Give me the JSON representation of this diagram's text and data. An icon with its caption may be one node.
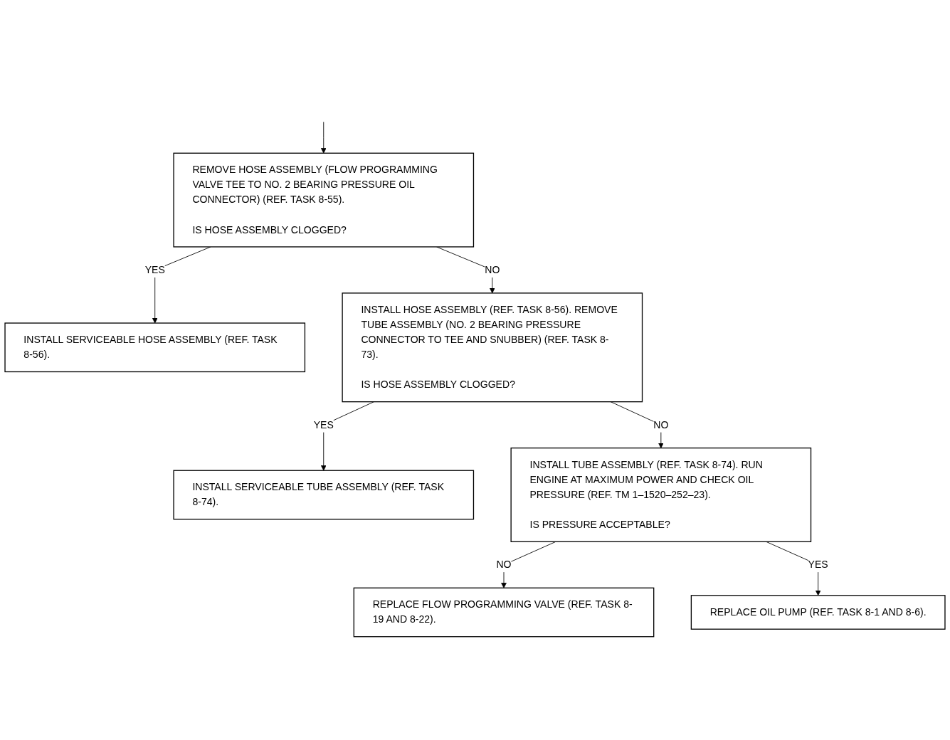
{
  "diagram": {
    "nodes": [
      {
        "text": [
          "REMOVE HOSE ASSEMBLY (FLOW PROGRAMMING VALVE TEE TO NO. 2 BEARING PRESSURE OIL CONNECTOR) (REF. TASK 8-55).",
          "IS HOSE ASSEMBLY CLOGGED?"
        ]
      },
      {
        "text": [
          "INSTALL SERVICEABLE HOSE ASSEMBLY (REF. TASK 8-56)."
        ]
      },
      {
        "text": [
          "INSTALL HOSE ASSEMBLY (REF. TASK 8-56). REMOVE TUBE ASSEMBLY (NO. 2 BEARING PRESSURE CONNECTOR TO TEE AND SNUBBER) (REF. TASK 8-73).",
          "IS HOSE ASSEMBLY CLOGGED?"
        ]
      },
      {
        "text": [
          "INSTALL SERVICEABLE TUBE ASSEMBLY (REF. TASK 8-74)."
        ]
      },
      {
        "text": [
          "INSTALL TUBE ASSEMBLY (REF. TASK 8-74). RUN ENGINE AT MAXIMUM POWER AND CHECK OIL PRESSURE (REF. TM 1–1520–252–23).",
          "IS PRESSURE ACCEPTABLE?"
        ]
      },
      {
        "text": [
          "REPLACE FLOW PROGRAMMING VALVE (REF. TASK 8-19 AND 8-22)."
        ]
      },
      {
        "text": [
          "REPLACE OIL PUMP (REF. TASK 8-1 AND 8-6)."
        ]
      }
    ],
    "edges": [
      {
        "from": null,
        "to": 0,
        "arrow": "to"
      },
      {
        "from": 0,
        "to": 1,
        "arrow": "to",
        "label": "YES"
      },
      {
        "from": 0,
        "to": 2,
        "arrow": "to",
        "label": "NO"
      },
      {
        "from": 2,
        "to": 3,
        "arrow": "to",
        "label": "YES"
      },
      {
        "from": 2,
        "to": 4,
        "arrow": "to",
        "label": "NO"
      },
      {
        "from": 4,
        "to": 5,
        "arrow": "to",
        "label": "NO"
      },
      {
        "from": 4,
        "to": 6,
        "arrow": "to",
        "label": "YES"
      }
    ]
  }
}
